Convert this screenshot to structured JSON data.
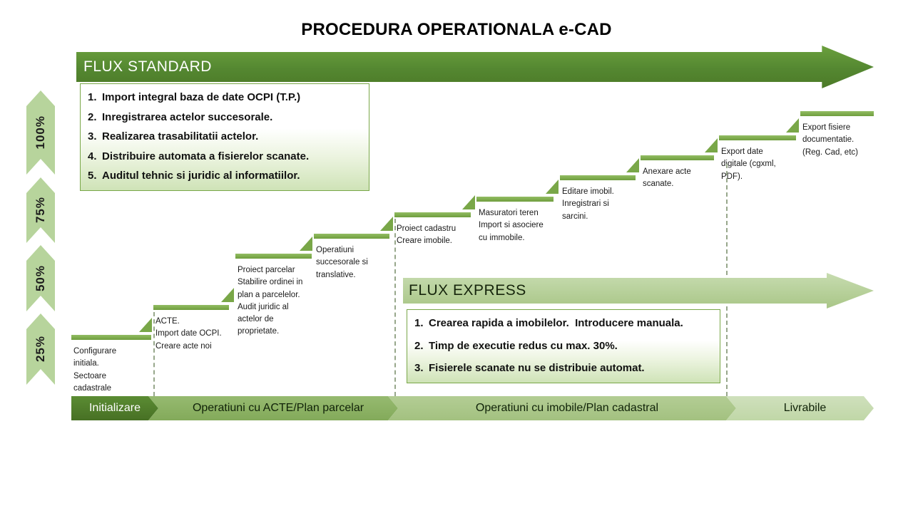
{
  "title": "PROCEDURA OPERATIONALA e-CAD",
  "flux_standard": {
    "label": "FLUX STANDARD",
    "items": [
      {
        "num": "1.",
        "text": "Import integral baza de date OCPI (T.P.)"
      },
      {
        "num": "2.",
        "text": "Inregistrarea actelor succesorale."
      },
      {
        "num": "3.",
        "text": "Realizarea trasabilitatii actelor."
      },
      {
        "num": "4.",
        "text": "Distribuire automata a fisierelor scanate."
      },
      {
        "num": "5.",
        "text": "Auditul tehnic si juridic al informatiilor."
      }
    ]
  },
  "flux_express": {
    "label": "FLUX EXPRESS",
    "items": [
      {
        "num": "1.",
        "text": "Crearea rapida a imobilelor.  Introducere manuala."
      },
      {
        "num": "2.",
        "text": "Timp de executie redus cu max. 30%."
      },
      {
        "num": "3.",
        "text": "Fisierele scanate nu se distribuie automat."
      }
    ]
  },
  "progress": [
    "100%",
    "75%",
    "50%",
    "25%"
  ],
  "steps": [
    {
      "text": "Configurare\ninitiala.\nSectoare\ncadastrale"
    },
    {
      "text": "ACTE.\nImport date OCPI.\nCreare acte noi"
    },
    {
      "text": "Proiect parcelar\nStabilire ordinei in\nplan a parcelelor.\nAudit juridic al\nactelor de\nproprietate."
    },
    {
      "text": "Operatiuni\nsuccesorale si\ntranslative."
    },
    {
      "text": "Proiect cadastru\nCreare imobile."
    },
    {
      "text": "Masuratori teren\nImport si asociere\ncu immobile."
    },
    {
      "text": "Editare imobil.\nInregistrari si\nsarcini."
    },
    {
      "text": "Anexare acte\nscanate."
    },
    {
      "text": "Export date\ndigitale (cgxml,\nPDF)."
    },
    {
      "text": "Export fisiere\ndocumentatie.\n(Reg. Cad, etc)"
    }
  ],
  "phases": [
    "Initializare",
    "Operatiuni cu ACTE/Plan parcelar",
    "Operatiuni cu imobile/Plan cadastral",
    "Livrabile"
  ],
  "colors": {
    "dark_green": "#4c7a27",
    "mid_green": "#79a748",
    "light_green": "#b7d49c",
    "pale_green": "#cfe3b7"
  }
}
